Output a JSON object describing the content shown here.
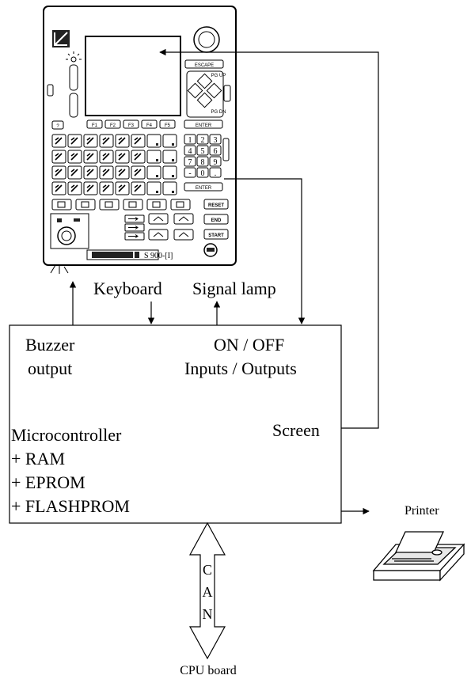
{
  "pendant": {
    "function_keys": [
      "F1",
      "F2",
      "F3",
      "F4",
      "F5"
    ],
    "key_escape": "ESCAPE",
    "key_enter": "ENTER",
    "key_reset": "RESET",
    "key_end": "END",
    "key_start": "START",
    "numpad": [
      "1",
      "2",
      "3",
      "4",
      "5",
      "6",
      "7",
      "8",
      "9",
      "-",
      "0",
      "."
    ],
    "model_label": "S 900-[I]",
    "help_key": "?",
    "arrow_labels": {
      "up": "PG UP",
      "down": "PG DN"
    }
  },
  "labels": {
    "keyboard": "Keyboard",
    "signal_lamp": "Signal lamp",
    "buzzer": "Buzzer",
    "buzzer_output": "output",
    "on_off": "ON / OFF",
    "inputs_outputs": "Inputs / Outputs",
    "screen": "Screen",
    "microcontroller": "Microcontroller",
    "ram": "+ RAM",
    "eprom": "+ EPROM",
    "flashprom": "+ FLASHPROM",
    "printer": "Printer",
    "can_letters": [
      "C",
      "A",
      "N"
    ],
    "cpu_board": "CPU board"
  },
  "colors": {
    "line": "#000000",
    "background": "#ffffff"
  }
}
